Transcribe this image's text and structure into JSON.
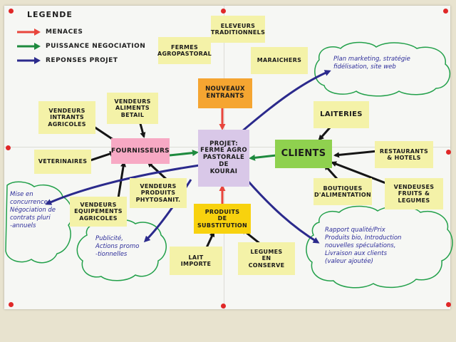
{
  "legend": {
    "title": "LEGENDE",
    "items": [
      {
        "label": "MENACES",
        "color": "#e8453c"
      },
      {
        "label": "PUISSANCE NEGOCIATION",
        "color": "#1e8a3e"
      },
      {
        "label": "REPONSES PROJET",
        "color": "#2b2a8c"
      }
    ]
  },
  "center": {
    "text": "PROJET:\nFERME AGRO\nPASTORALE\nDE\nKOURAI"
  },
  "hubs": {
    "fournisseurs": "FOURNISSEURS",
    "clients": "CLIENTS",
    "nouveaux_entrants": "NOUVEAUX\nENTRANTS",
    "produits_substitution": "PRODUITS\nDE\nSUBSTITUTION"
  },
  "notes": {
    "fermes": "FERMES\nAGROPASTORAL",
    "eleveurs": "ELEVEURS\nTRADITIONNELS",
    "maraichers": "MARAICHERS",
    "vendeurs_intrants": "VENDEURS\nINTRANTS\nAGRICOLES",
    "vendeurs_aliments": "VENDEURS\nALIMENTS\nBETAIL",
    "veterinaires": "VETERINAIRES",
    "vendeurs_equipements": "VENDEURS\nEQUIPEMENTS\nAGRICOLES",
    "vendeurs_phyto": "VENDEURS\nPRODUITS\nPHYTOSANIT.",
    "laiteries": "LAITERIES",
    "restaurants": "RESTAURANTS\n& HOTELS",
    "boutiques": "BOUTIQUES\nD'ALIMENTATION",
    "vendeuses": "VENDEUSES\nFRUITS &\nLEGUMES",
    "lait_importe": "LAIT\nIMPORTE",
    "legumes_conserve": "LEGUMES\nEN\nCONSERVE"
  },
  "clouds": {
    "marketing": "Plan marketing, stratégie\nfidélisation, site web",
    "concurrence": "Mise en\nconcurrence\nNégociation de\ncontrats pluri\n-annuels",
    "publicite": "Publicité,\nActions promo\n-tionnelles",
    "qualite": "Rapport qualité/Prix\nProduits bio, Introduction\nnouvelles spéculations,\nLivraison aux clients\n(valeur ajoutée)"
  }
}
